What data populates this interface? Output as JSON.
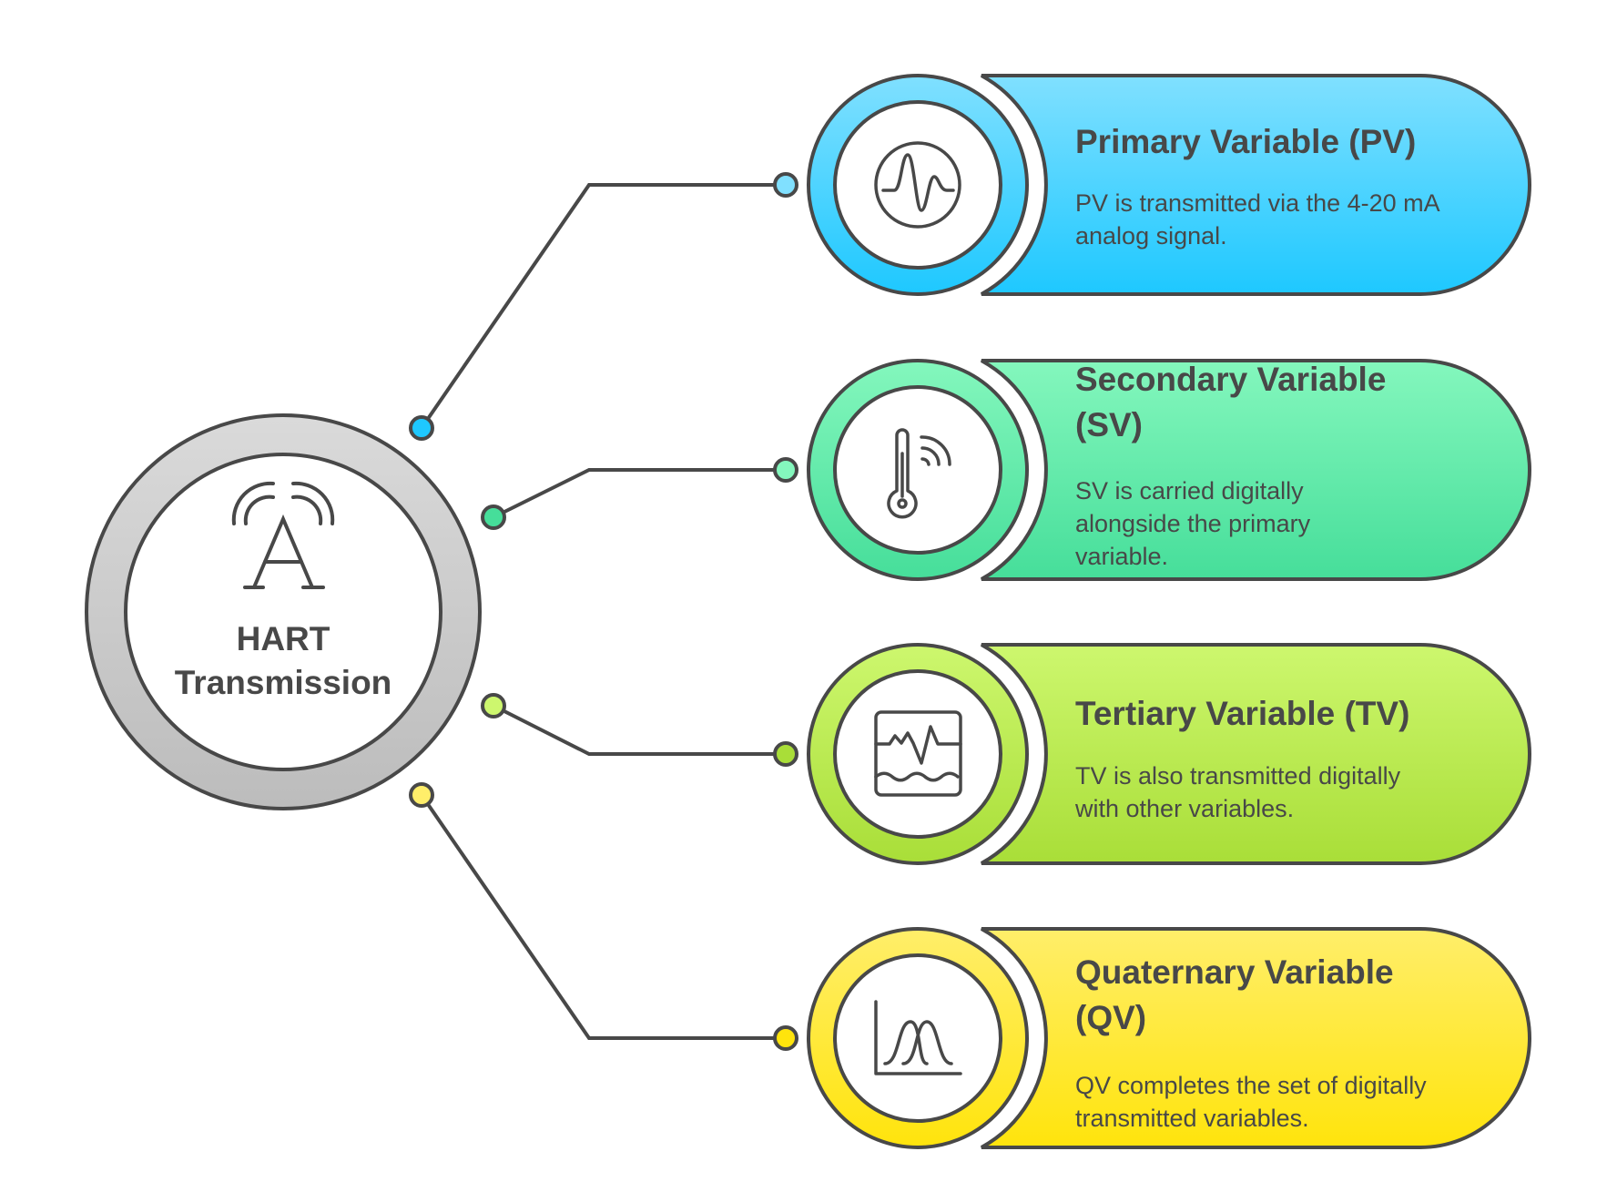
{
  "hub": {
    "title_line1": "HART",
    "title_line2": "Transmission",
    "icon": "antenna-tower-icon",
    "ring_colors": [
      "#dadada",
      "#bcbcbc"
    ]
  },
  "items": [
    {
      "key": "pv",
      "title": "Primary Variable (PV)",
      "description": "PV is transmitted via the 4-20 mA analog signal.",
      "icon": "pulse-waveform-icon",
      "color_top": "#80e0ff",
      "color_bottom": "#1ec8ff"
    },
    {
      "key": "sv",
      "title": "Secondary Variable (SV)",
      "description": "SV is carried digitally alongside the primary variable.",
      "icon": "thermometer-wireless-icon",
      "color_top": "#84f7bd",
      "color_bottom": "#46de9a"
    },
    {
      "key": "tv",
      "title": "Tertiary Variable (TV)",
      "description": "TV is also transmitted digitally with other variables.",
      "icon": "signal-monitor-icon",
      "color_top": "#cdf76e",
      "color_bottom": "#a9de38"
    },
    {
      "key": "qv",
      "title": "Quaternary Variable (QV)",
      "description": "QV completes the set of digitally transmitted variables.",
      "icon": "distribution-curves-icon",
      "color_top": "#ffee6a",
      "color_bottom": "#ffe40c"
    }
  ],
  "stroke_color": "#484848"
}
